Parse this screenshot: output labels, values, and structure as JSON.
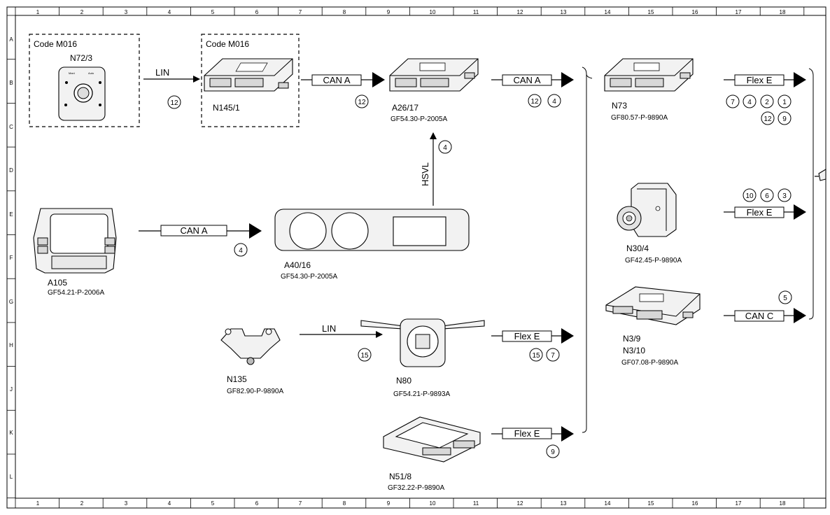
{
  "ruler": {
    "columns": [
      "1",
      "2",
      "3",
      "4",
      "5",
      "6",
      "7",
      "8",
      "9",
      "10",
      "11",
      "12",
      "13",
      "14",
      "15",
      "16",
      "17",
      "18"
    ],
    "rows": [
      "A",
      "B",
      "C",
      "D",
      "E",
      "F",
      "G",
      "H",
      "J",
      "K",
      "L"
    ]
  },
  "option_boxes": [
    {
      "code": "Code M016"
    },
    {
      "code": "Code M016"
    }
  ],
  "components": {
    "n72_3": {
      "id": "N72/3",
      "ref": "",
      "panel_left": "Mani",
      "panel_right": "Auto"
    },
    "n145_1": {
      "id": "N145/1",
      "ref": ""
    },
    "a26_17": {
      "id": "A26/17",
      "ref": "GF54.30-P-2005A"
    },
    "a105": {
      "id": "A105",
      "ref": "GF54.21-P-2006A"
    },
    "a40_16": {
      "id": "A40/16",
      "ref": "GF54.30-P-2005A"
    },
    "n73": {
      "id": "N73",
      "ref": "GF80.57-P-9890A"
    },
    "n30_4": {
      "id": "N30/4",
      "ref": "GF42.45-P-9890A"
    },
    "n3_9": {
      "id": "N3/9",
      "id2": "N3/10",
      "ref": "GF07.08-P-9890A"
    },
    "n135": {
      "id": "N135",
      "ref": "GF82.90-P-9890A"
    },
    "n80": {
      "id": "N80",
      "ref": "GF54.21-P-9893A"
    },
    "n51_8": {
      "id": "N51/8",
      "ref": "GF32.22-P-9890A"
    }
  },
  "buses": [
    {
      "label": "CAN A",
      "refs": [
        "12"
      ]
    },
    {
      "label": "CAN A",
      "refs": [
        "12",
        "4"
      ]
    },
    {
      "label": "CAN A",
      "refs": [
        "4"
      ]
    },
    {
      "label": "Flex E",
      "refs": [
        "7",
        "4",
        "2",
        "1",
        "12",
        "9"
      ]
    },
    {
      "label": "Flex E",
      "refs": [
        "10",
        "6",
        "3"
      ]
    },
    {
      "label": "CAN C",
      "refs": [
        "5"
      ]
    },
    {
      "label": "Flex E",
      "refs": [
        "15",
        "7"
      ]
    },
    {
      "label": "Flex E",
      "refs": [
        "9"
      ]
    }
  ],
  "links": [
    {
      "label": "LIN",
      "refs": [
        "12"
      ]
    },
    {
      "label": "HSVL",
      "refs": [
        "4"
      ]
    },
    {
      "label": "LIN",
      "refs": [
        "15"
      ]
    }
  ]
}
